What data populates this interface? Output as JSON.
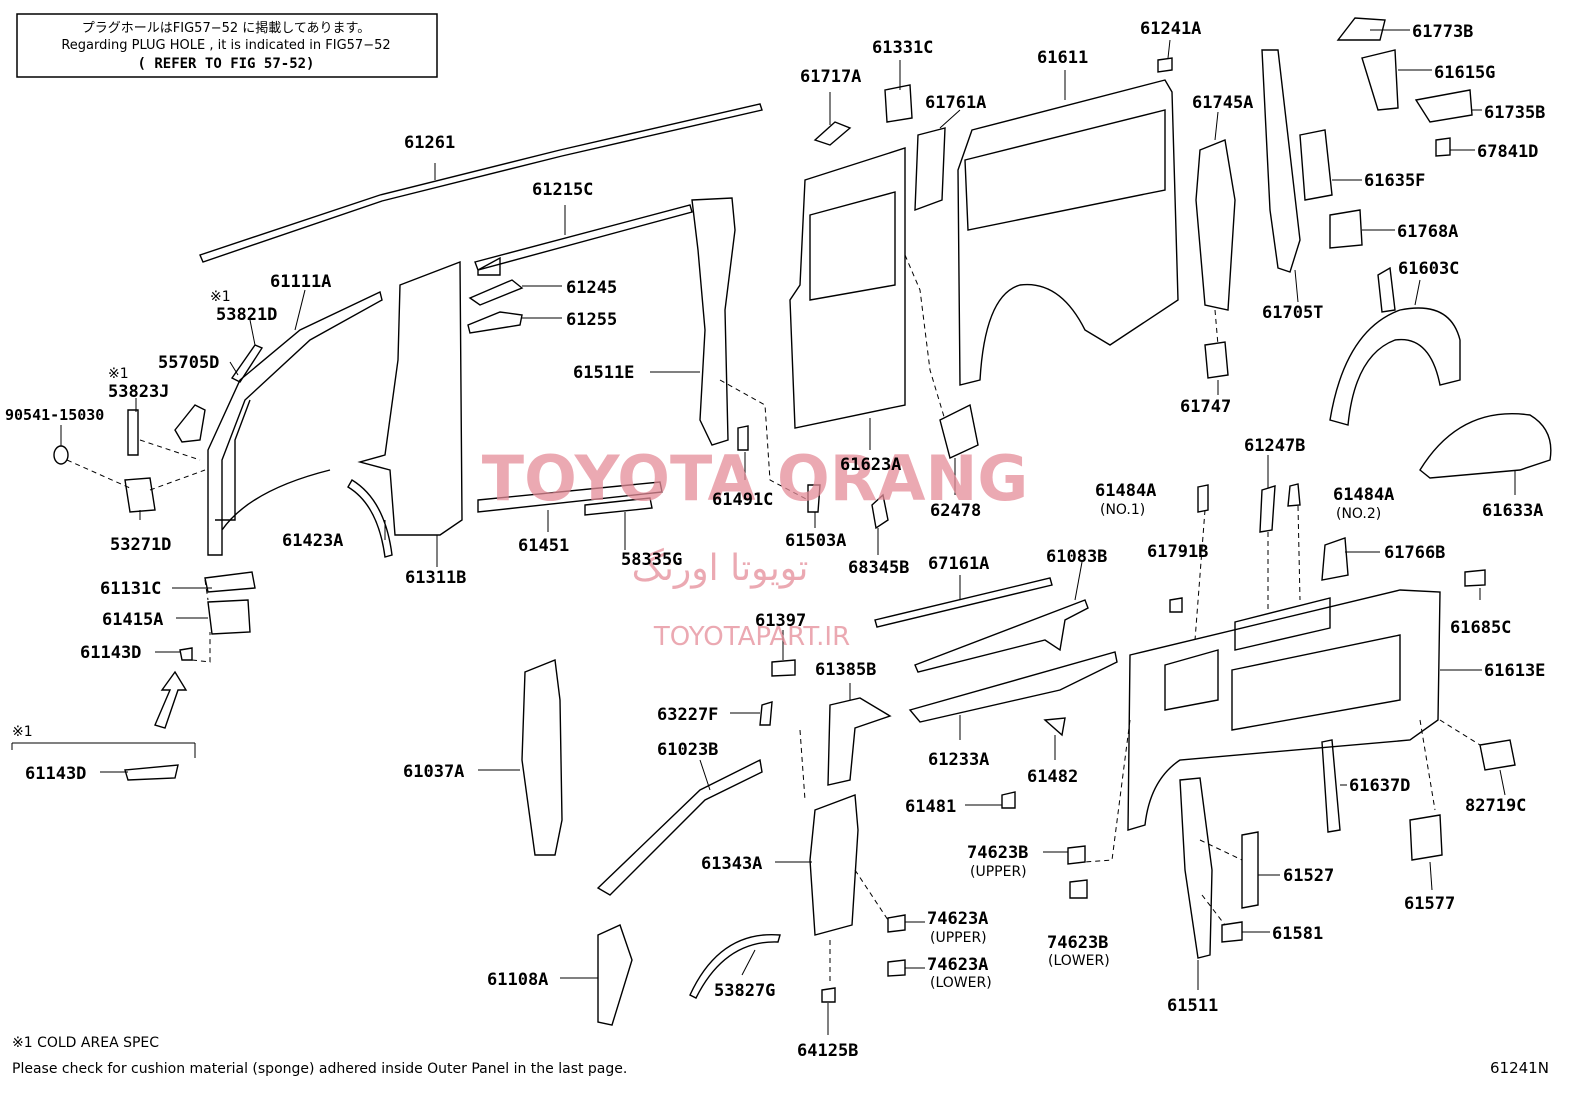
{
  "notice": {
    "line1": "プラグホールはFIG57−52 に掲載してあります。",
    "line2": "Regarding  PLUG HOLE , it is indicated in FIG57−52",
    "line3": "( REFER TO FIG 57-52)"
  },
  "watermark": {
    "brand": "TOYOTA ORANG",
    "persian": "تویوتا اورنگ",
    "url": "TOYOTAPART.IR"
  },
  "footnote": {
    "cold": "※1 COLD AREA SPEC",
    "cushion": "Please check for cushion material (sponge) adhered inside Outer Panel in the last page."
  },
  "cold_mark": "※1",
  "figure_id": "61241N",
  "parts": {
    "p61261": "61261",
    "p61111A": "61111A",
    "p53821D": "53821D",
    "p55705D": "55705D",
    "p53823J": "53823J",
    "p90541": "90541-15030",
    "p53271D": "53271D",
    "p61215C": "61215C",
    "p61245": "61245",
    "p61255": "61255",
    "p61511E": "61511E",
    "p61423A": "61423A",
    "p61311B": "61311B",
    "p61451": "61451",
    "p58335G": "58335G",
    "p61491C": "61491C",
    "p61503A": "61503A",
    "p68345B": "68345B",
    "p61717A": "61717A",
    "p61331C": "61331C",
    "p61761A": "61761A",
    "p61611": "61611",
    "p61623A": "61623A",
    "p62478": "62478",
    "p61241A": "61241A",
    "p61773B": "61773B",
    "p61615G": "61615G",
    "p61735B": "61735B",
    "p67841D": "67841D",
    "p61745A": "61745A",
    "p61635F": "61635F",
    "p61768A": "61768A",
    "p61705T": "61705T",
    "p61603C": "61603C",
    "p61747": "61747",
    "p61633A": "61633A",
    "p61247B": "61247B",
    "p61484A_1": "61484A",
    "p61484A_1_sub": "(NO.1)",
    "p61484A_2": "61484A",
    "p61484A_2_sub": "(NO.2)",
    "p61766B": "61766B",
    "p61791B": "61791B",
    "p61685C": "61685C",
    "p61613E": "61613E",
    "p67161A": "67161A",
    "p61083B": "61083B",
    "p61131C": "61131C",
    "p61415A": "61415A",
    "p61143D": "61143D",
    "p61143D_cold": "61143D",
    "p61397": "61397",
    "p61385B": "61385B",
    "p63227F": "63227F",
    "p61023B": "61023B",
    "p61037A": "61037A",
    "p61233A": "61233A",
    "p61482": "61482",
    "p61481": "61481",
    "p61343A": "61343A",
    "p74623B_up": "74623B",
    "p74623B_up_sub": "(UPPER)",
    "p74623B_lo": "74623B",
    "p74623B_lo_sub": "(LOWER)",
    "p74623A_up": "74623A",
    "p74623A_up_sub": "(UPPER)",
    "p74623A_lo": "74623A",
    "p74623A_lo_sub": "(LOWER)",
    "p61637D": "61637D",
    "p82719C": "82719C",
    "p61527": "61527",
    "p61577": "61577",
    "p61581": "61581",
    "p61511": "61511",
    "p61108A": "61108A",
    "p53827G": "53827G",
    "p64125B": "64125B"
  }
}
